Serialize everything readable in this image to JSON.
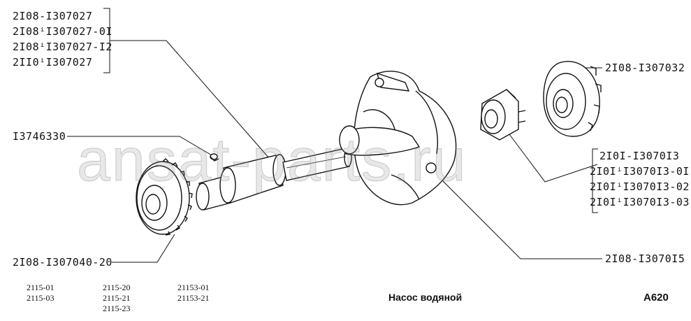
{
  "callouts": {
    "shaft_group": [
      "2I08-I307027",
      "2I08ⁱI307027-0I",
      "2I08ⁱI307027-I2",
      "2II0ⁱI307027"
    ],
    "key": "I3746330",
    "gear": "2I08-I307040-20",
    "cover": "2I08-I307032",
    "nut_group": [
      "2I0I-I3070I3",
      "2I0IⁱI3070I3-0I",
      "2I0IⁱI3070I3-02",
      "2I0IⁱI3070I3-03"
    ],
    "housing": "2I08-I3070I5"
  },
  "models": {
    "col1": [
      "2115-01",
      "2115-03"
    ],
    "col2": [
      "2115-20",
      "2115-21",
      "2115-23"
    ],
    "col3": [
      "21153-01",
      "21153-21"
    ]
  },
  "title": "Насос водяной",
  "page_code": "A620",
  "watermark": "ansat-parts.ru"
}
